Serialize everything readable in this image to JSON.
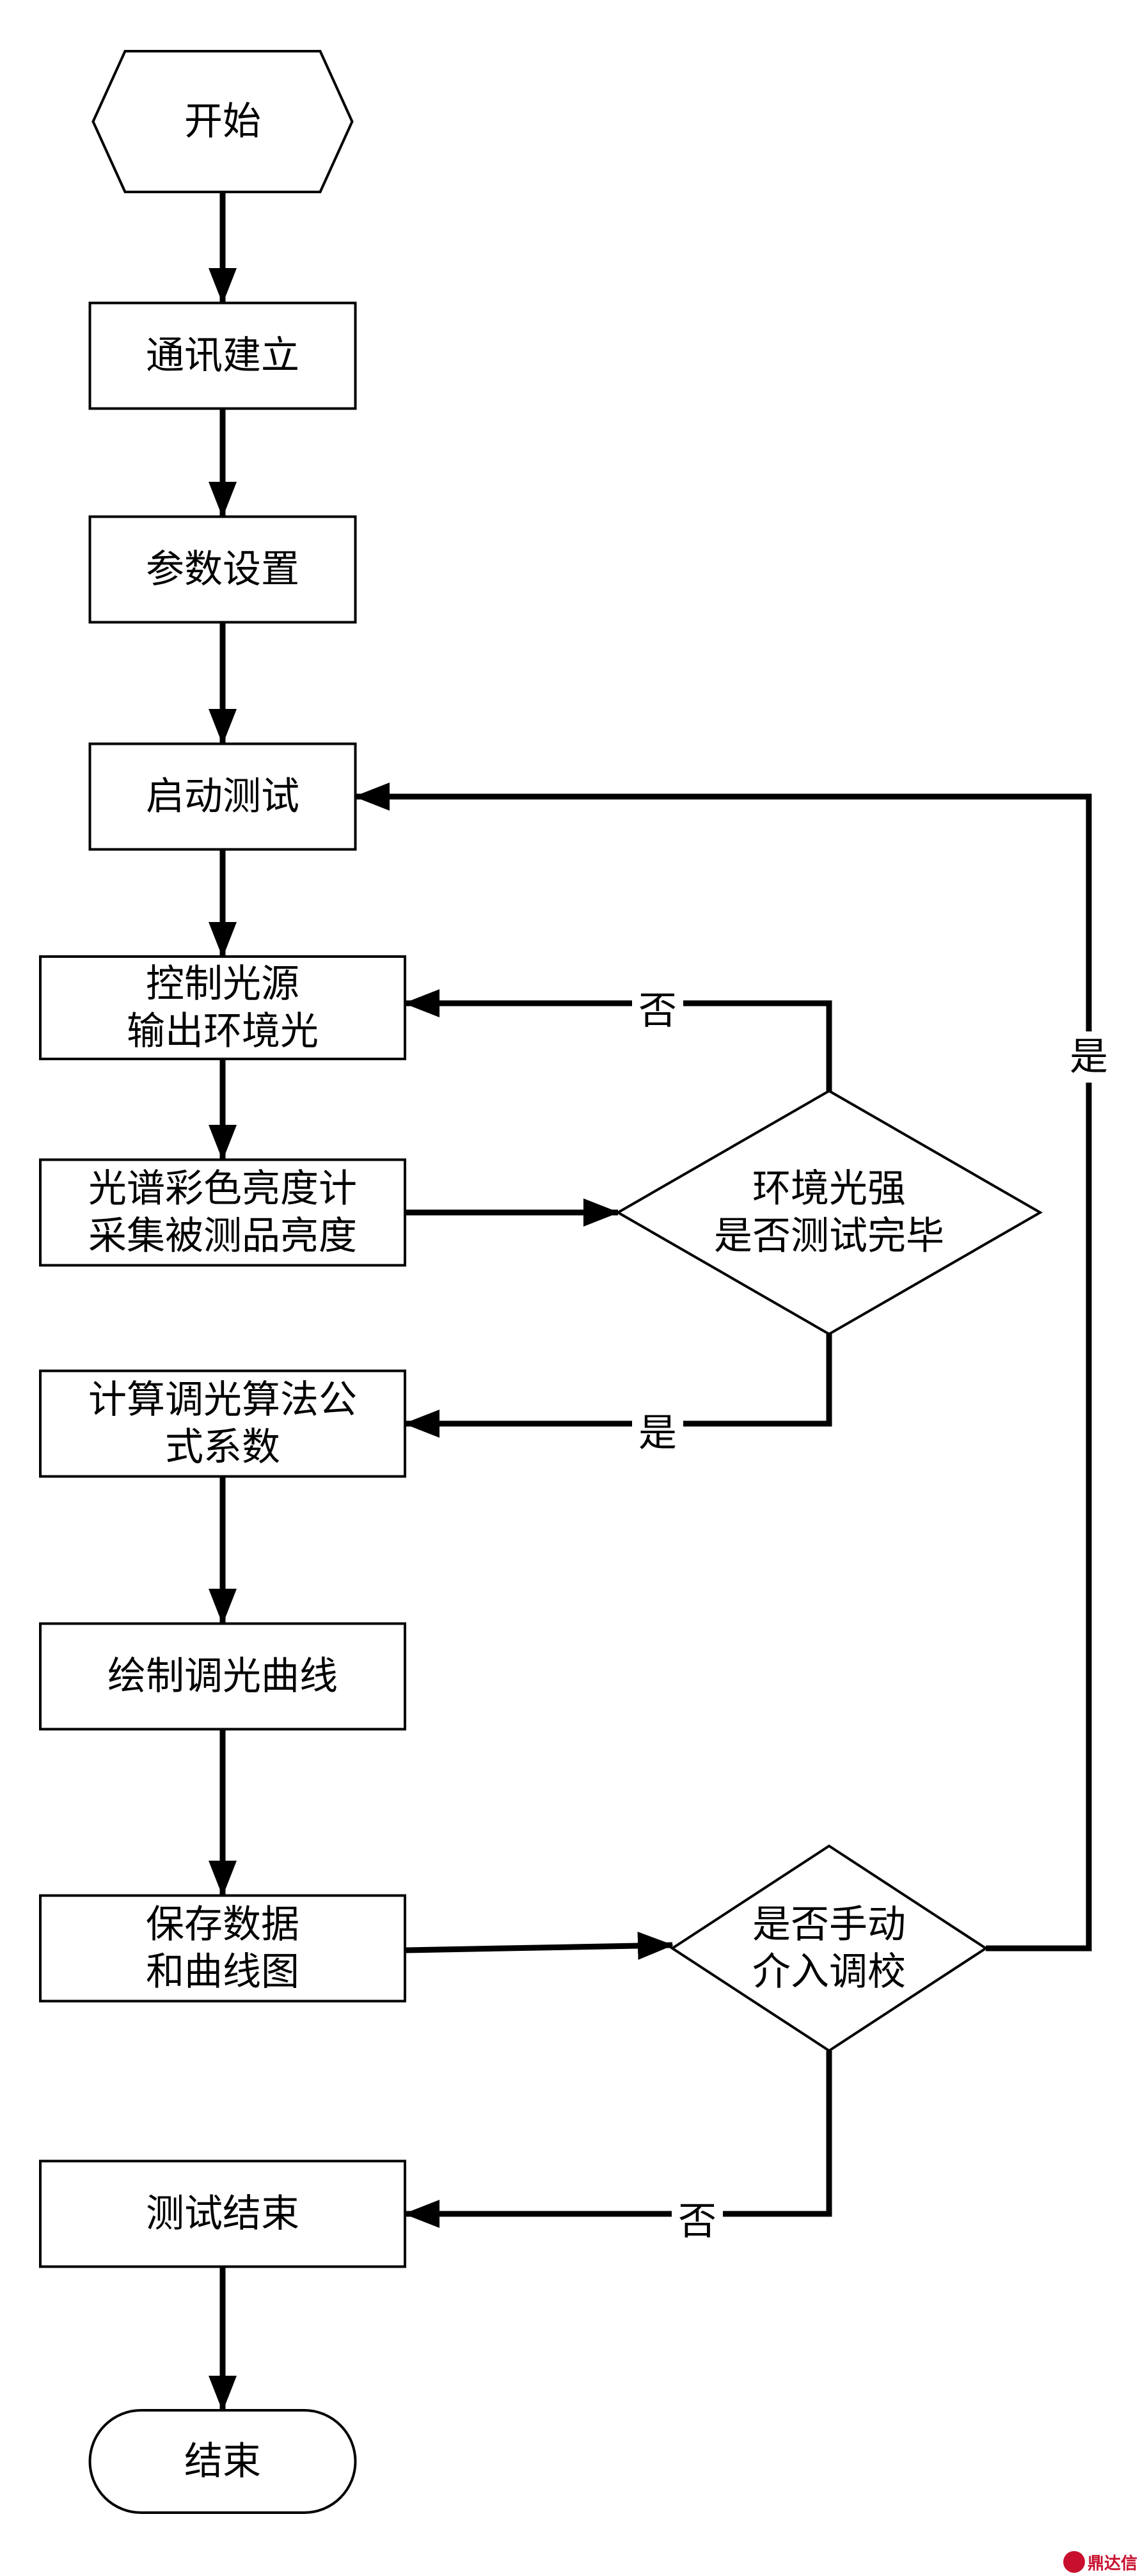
{
  "flowchart": {
    "nodes": {
      "start": {
        "shape": "hexagon",
        "lines": [
          "开始"
        ]
      },
      "comm": {
        "shape": "rect",
        "lines": [
          "通讯建立"
        ]
      },
      "params": {
        "shape": "rect",
        "lines": [
          "参数设置"
        ]
      },
      "start_test": {
        "shape": "rect",
        "lines": [
          "启动测试"
        ]
      },
      "light_ctrl": {
        "shape": "rect",
        "lines": [
          "控制光源",
          "输出环境光"
        ]
      },
      "measure": {
        "shape": "rect",
        "lines": [
          "光谱彩色亮度计",
          "采集被测品亮度"
        ]
      },
      "ambient_done": {
        "shape": "diamond",
        "lines": [
          "环境光强",
          "是否测试完毕"
        ]
      },
      "calc": {
        "shape": "rect",
        "lines": [
          "计算调光算法公",
          "式系数"
        ]
      },
      "draw": {
        "shape": "rect",
        "lines": [
          "绘制调光曲线"
        ]
      },
      "save": {
        "shape": "rect",
        "lines": [
          "保存数据",
          "和曲线图"
        ]
      },
      "manual": {
        "shape": "diamond",
        "lines": [
          "是否手动",
          "介入调校"
        ]
      },
      "test_end": {
        "shape": "rect",
        "lines": [
          "测试结束"
        ]
      },
      "end": {
        "shape": "rounded",
        "lines": [
          "结束"
        ]
      }
    },
    "edges": [
      {
        "from": "start",
        "to": "comm",
        "label": ""
      },
      {
        "from": "comm",
        "to": "params",
        "label": ""
      },
      {
        "from": "params",
        "to": "start_test",
        "label": ""
      },
      {
        "from": "start_test",
        "to": "light_ctrl",
        "label": ""
      },
      {
        "from": "light_ctrl",
        "to": "measure",
        "label": ""
      },
      {
        "from": "measure",
        "to": "ambient_done",
        "label": ""
      },
      {
        "from": "ambient_done",
        "to": "light_ctrl",
        "label": "否"
      },
      {
        "from": "ambient_done",
        "to": "calc",
        "label": "是"
      },
      {
        "from": "calc",
        "to": "draw",
        "label": ""
      },
      {
        "from": "draw",
        "to": "save",
        "label": ""
      },
      {
        "from": "save",
        "to": "manual",
        "label": ""
      },
      {
        "from": "manual",
        "to": "start_test",
        "label": "是"
      },
      {
        "from": "manual",
        "to": "test_end",
        "label": "否"
      },
      {
        "from": "test_end",
        "to": "end",
        "label": ""
      }
    ]
  },
  "watermark": {
    "text": "鼎达信"
  }
}
